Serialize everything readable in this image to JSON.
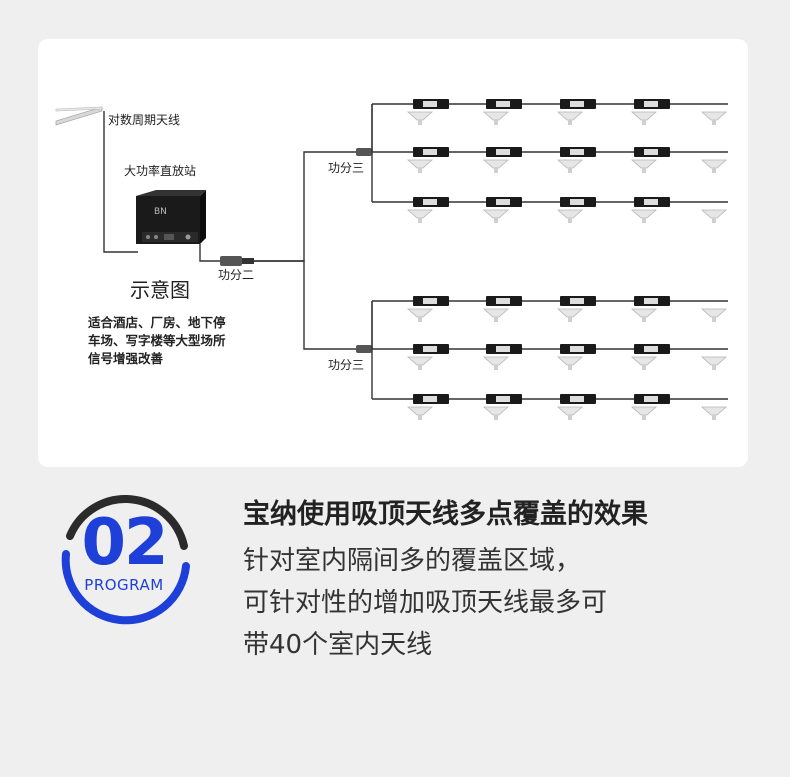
{
  "diagram": {
    "antenna_label": "对数周期天线",
    "repeater_label": "大功率直放站",
    "splitter2_label": "功分二",
    "splitter3_top_label": "功分三",
    "splitter3_bottom_label": "功分三",
    "caption_title": "示意图",
    "caption_lines": [
      "适合酒店、厂房、地下停",
      "车场、写字楼等大型场所",
      "信号增强改善"
    ]
  },
  "badge": {
    "number": "02",
    "subtitle": "PROGRAM",
    "color": "#1e3fd8"
  },
  "heading": "宝纳使用吸顶天线多点覆盖的效果",
  "body_lines": [
    "针对室内隔间多的覆盖区域，",
    "可针对性的增加吸顶天线最多可",
    "带40个室内天线"
  ]
}
